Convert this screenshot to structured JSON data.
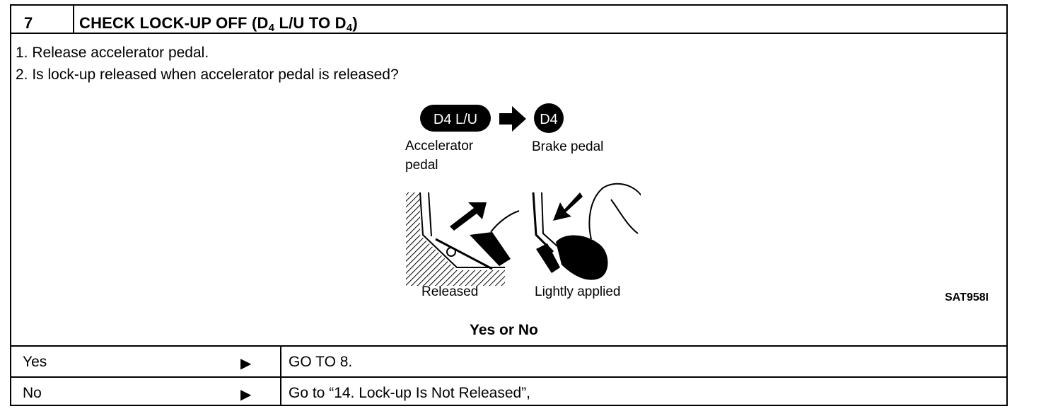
{
  "step": {
    "number": "7",
    "title": "CHECK LOCK-UP OFF (D",
    "title_sub1": "4",
    "title_mid": " L/U TO D",
    "title_sub2": "4",
    "title_end": ")"
  },
  "instructions": [
    "1.  Release accelerator pedal.",
    "2.  Is lock-up released when accelerator pedal is released?"
  ],
  "figure": {
    "badge_from": "D4 L/U",
    "badge_to": "D4",
    "label_accelerator_line1": "Accelerator",
    "label_accelerator_line2": "pedal",
    "label_brake": "Brake  pedal",
    "label_released": "Released",
    "label_lightly": "Lightly  applied",
    "ref_code": "SAT958I"
  },
  "question": "Yes or No",
  "answers": [
    {
      "label": "Yes",
      "result": "GO TO 8."
    },
    {
      "label": "No",
      "result": "Go to “14. Lock-up Is Not Released”,"
    }
  ]
}
